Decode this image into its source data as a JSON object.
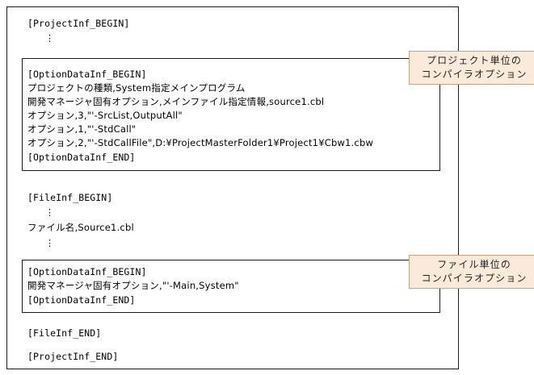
{
  "diagram": {
    "title": "ProjectInf file structure with compiler option blocks",
    "colors": {
      "line": "#1a1a1a",
      "callout_background": "#faeadb",
      "callout_border": "#c9a383",
      "text": "#000000",
      "page_background": "#ffffff"
    }
  },
  "outer_block": {
    "begin_label": "[ProjectInf_BEGIN]",
    "end_label": "[ProjectInf_END]",
    "vertical_dots": "⋮"
  },
  "project_option_block": {
    "begin_label": "[OptionDataInf_BEGIN]",
    "end_label": "[OptionDataInf_END]",
    "lines": [
      "プロジェクトの種類,System指定メインプログラム",
      "開発マネージャ固有オプション,メインファイル指定情報,source1.cbl",
      "オプション,3,\"'-SrcList,OutputAll\"",
      "オプション,1,\"'-StdCall\"",
      "オプション,2,\"'-StdCallFile\",D:¥ProjectMasterFolder1¥Project1¥Cbw1.cbw"
    ]
  },
  "file_block": {
    "begin_label": "[FileInf_BEGIN]",
    "end_label": "[FileInf_END]",
    "file_name_line": "ファイル名,Source1.cbl",
    "vertical_dots": "⋮"
  },
  "file_option_block": {
    "begin_label": "[OptionDataInf_BEGIN]",
    "end_label": "[OptionDataInf_END]",
    "lines": [
      "開発マネージャ固有オプション,\"'-Main,System\""
    ]
  },
  "callouts": [
    {
      "id": "project-unit",
      "line1": "プロジェクト単位の",
      "line2": "コンパイラオプション"
    },
    {
      "id": "file-unit",
      "line1": "ファイル単位の",
      "line2": "コンパイラオプション"
    }
  ]
}
